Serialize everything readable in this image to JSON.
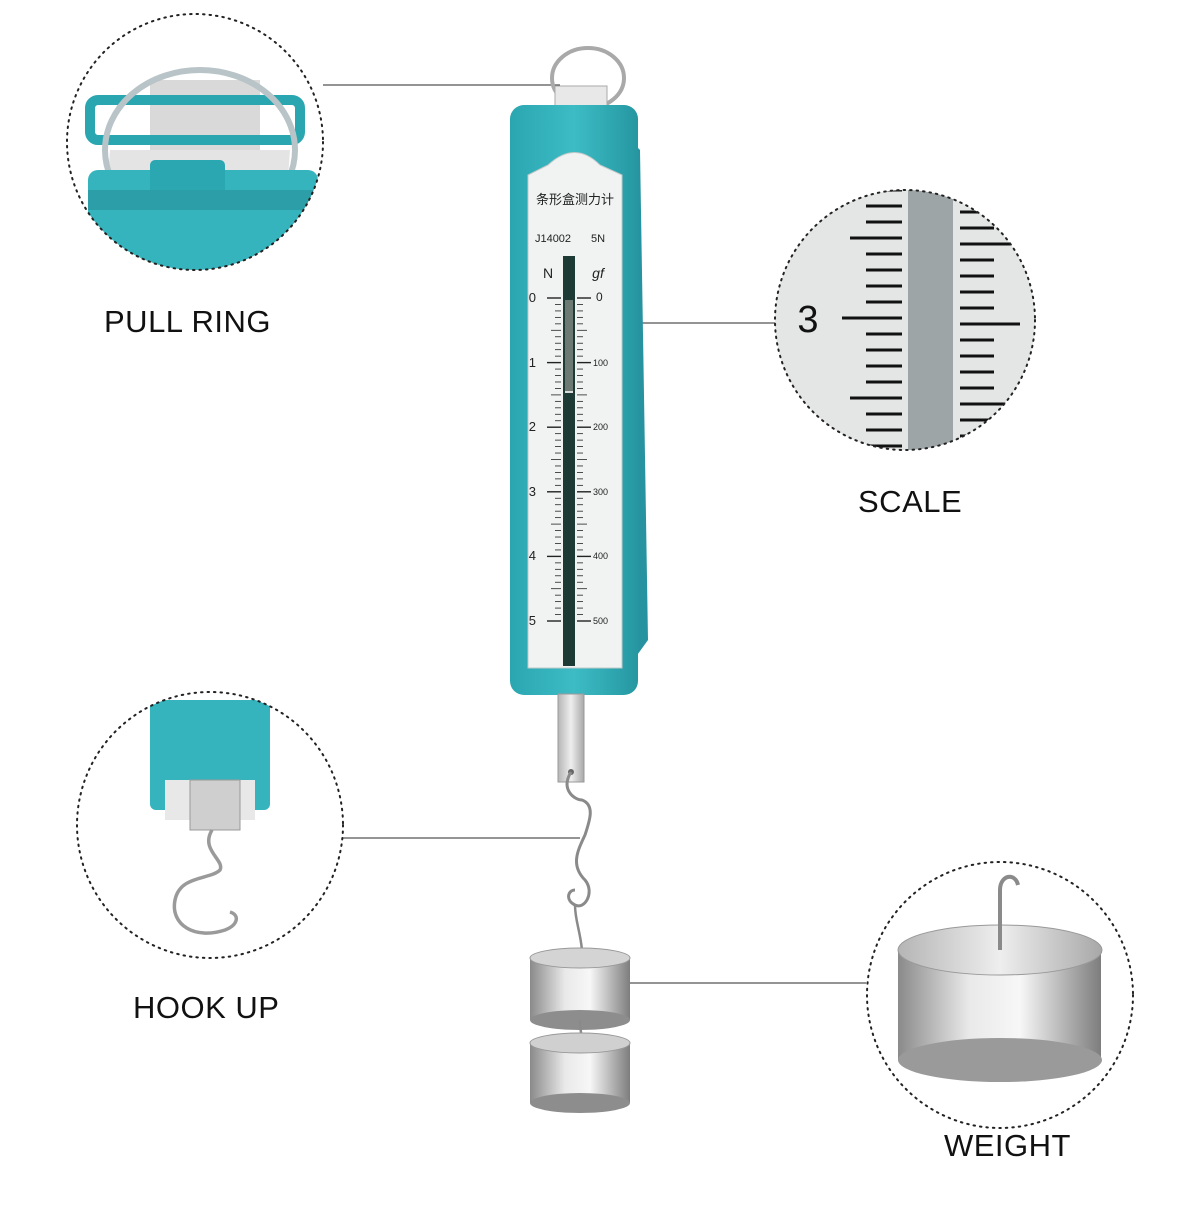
{
  "callouts": {
    "pull_ring": "PULL RING",
    "scale": "SCALE",
    "hook_up": "HOOK UP",
    "weight": "WEIGHT"
  },
  "device": {
    "title_cn": "条形盒测力计",
    "model": "J14002",
    "capacity": "5N",
    "unit_left": "N",
    "unit_right": "gf",
    "newton_ticks": [
      "0",
      "1",
      "2",
      "3",
      "4",
      "5"
    ],
    "gram_ticks": [
      "0",
      "100",
      "200",
      "300",
      "400",
      "500"
    ]
  },
  "zoom_scale": {
    "number": "3"
  },
  "colors": {
    "housing": "#36b4bd",
    "housing_dark": "#1f8f98",
    "metal": "#c7c7c7",
    "ink": "#111111"
  }
}
